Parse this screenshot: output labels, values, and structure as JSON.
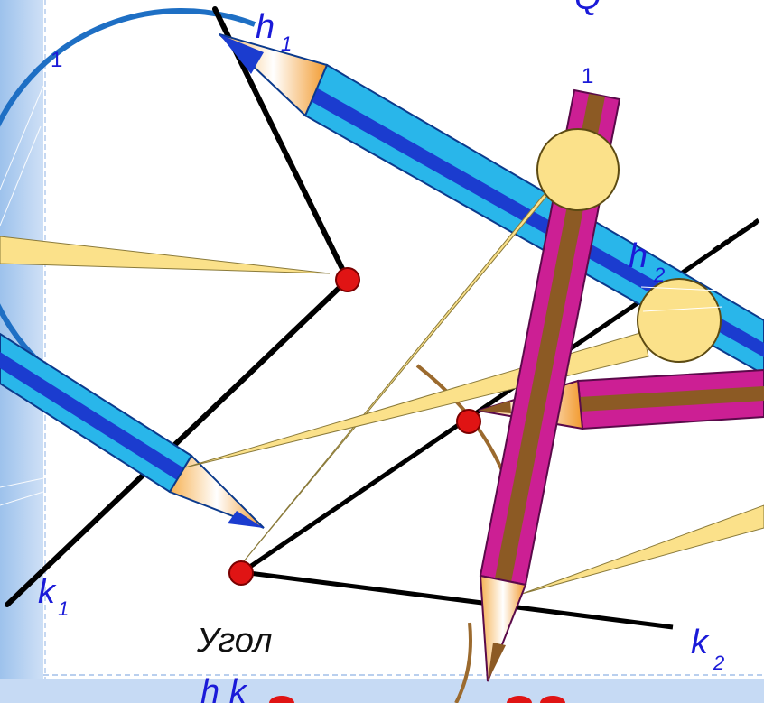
{
  "labels": {
    "h1": "h",
    "h1_sub": "1",
    "h2": "h",
    "h2_sub": "2",
    "k1": "k",
    "k1_sub": "1",
    "k2": "k",
    "k2_sub": "2",
    "q": "Q",
    "num_top": "1",
    "num_left": "1",
    "caption": "Угол",
    "caption_hk": "h k"
  },
  "colors": {
    "blue_arc": "#1e6fc4",
    "brown_arc": "#9b6a2e",
    "label_blue": "#1a1ad8",
    "point_red": "#e01414",
    "compass_yellow": "#fbe18a",
    "pencil_light_blue": "#29b6ea",
    "pencil_dark_blue": "#1b3ccf",
    "pencil_magenta": "#cc1f94",
    "pencil_brown": "#8c5a24",
    "border_blue": "#a9c9ef"
  },
  "icons": {
    "pencil_blue": "pencil-icon",
    "pencil_magenta": "pencil-icon",
    "compass": "compass-icon"
  }
}
